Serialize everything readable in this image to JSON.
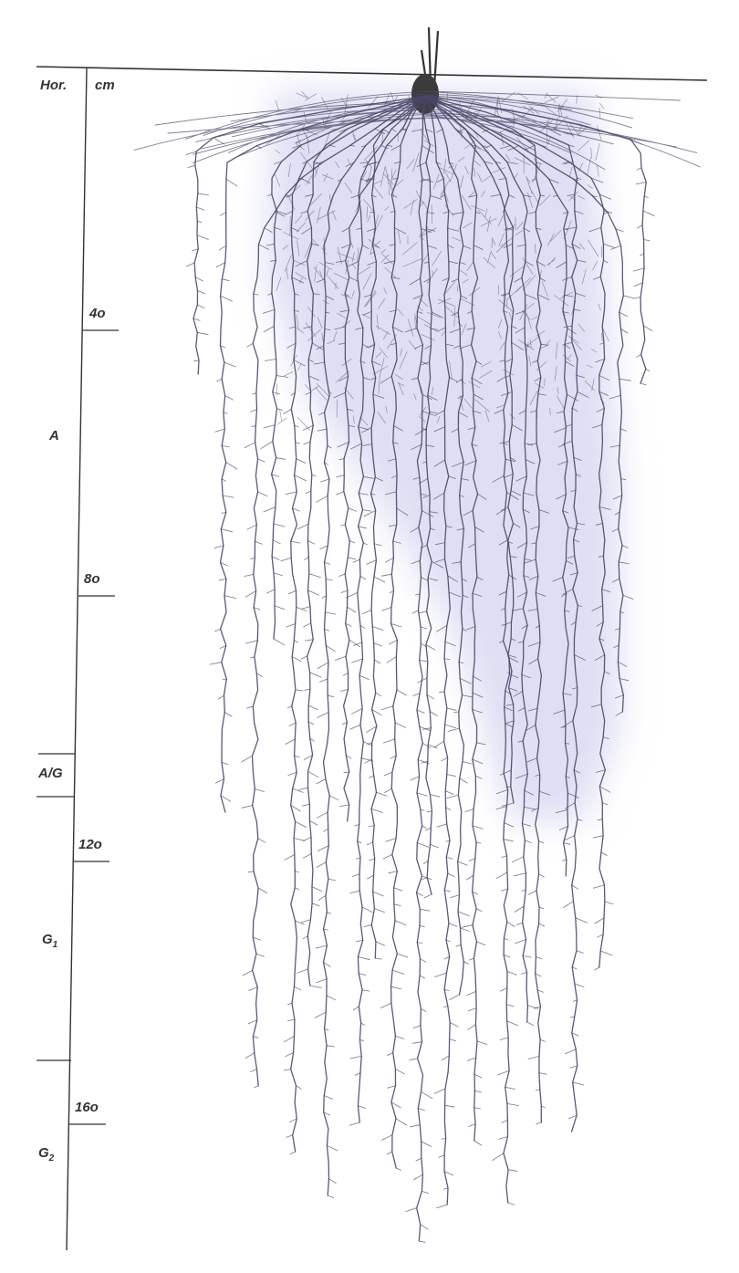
{
  "header": {
    "horizon_heading": "Hor.",
    "depth_heading": "cm"
  },
  "depth_ticks": [
    "4o",
    "8o",
    "12o",
    "16o"
  ],
  "horizons": {
    "a": "A",
    "ag": "A/G",
    "g1_main": "G",
    "g1_sub": "1",
    "g2_main": "G",
    "g2_sub": "2"
  },
  "colors": {
    "ink": "#3a3a3a",
    "root_ink": "#4a4766",
    "tint": "#d9d9f2",
    "paper": "#ffffff"
  },
  "depth_range_cm": [
    0,
    180
  ]
}
